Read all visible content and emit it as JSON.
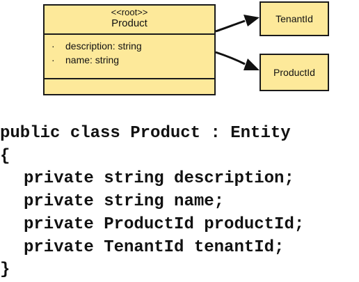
{
  "uml": {
    "stereotype": "<<root>>",
    "class_name": "Product",
    "attributes": [
      "description: string",
      "name: string"
    ],
    "bullet": "·",
    "associations": [
      "TenantId",
      "ProductId"
    ]
  },
  "code": {
    "lines": [
      "public class Product : Entity",
      "{",
      "private string description;",
      "private string name;",
      "private ProductId productId;",
      "private TenantId tenantId;",
      "}"
    ]
  }
}
